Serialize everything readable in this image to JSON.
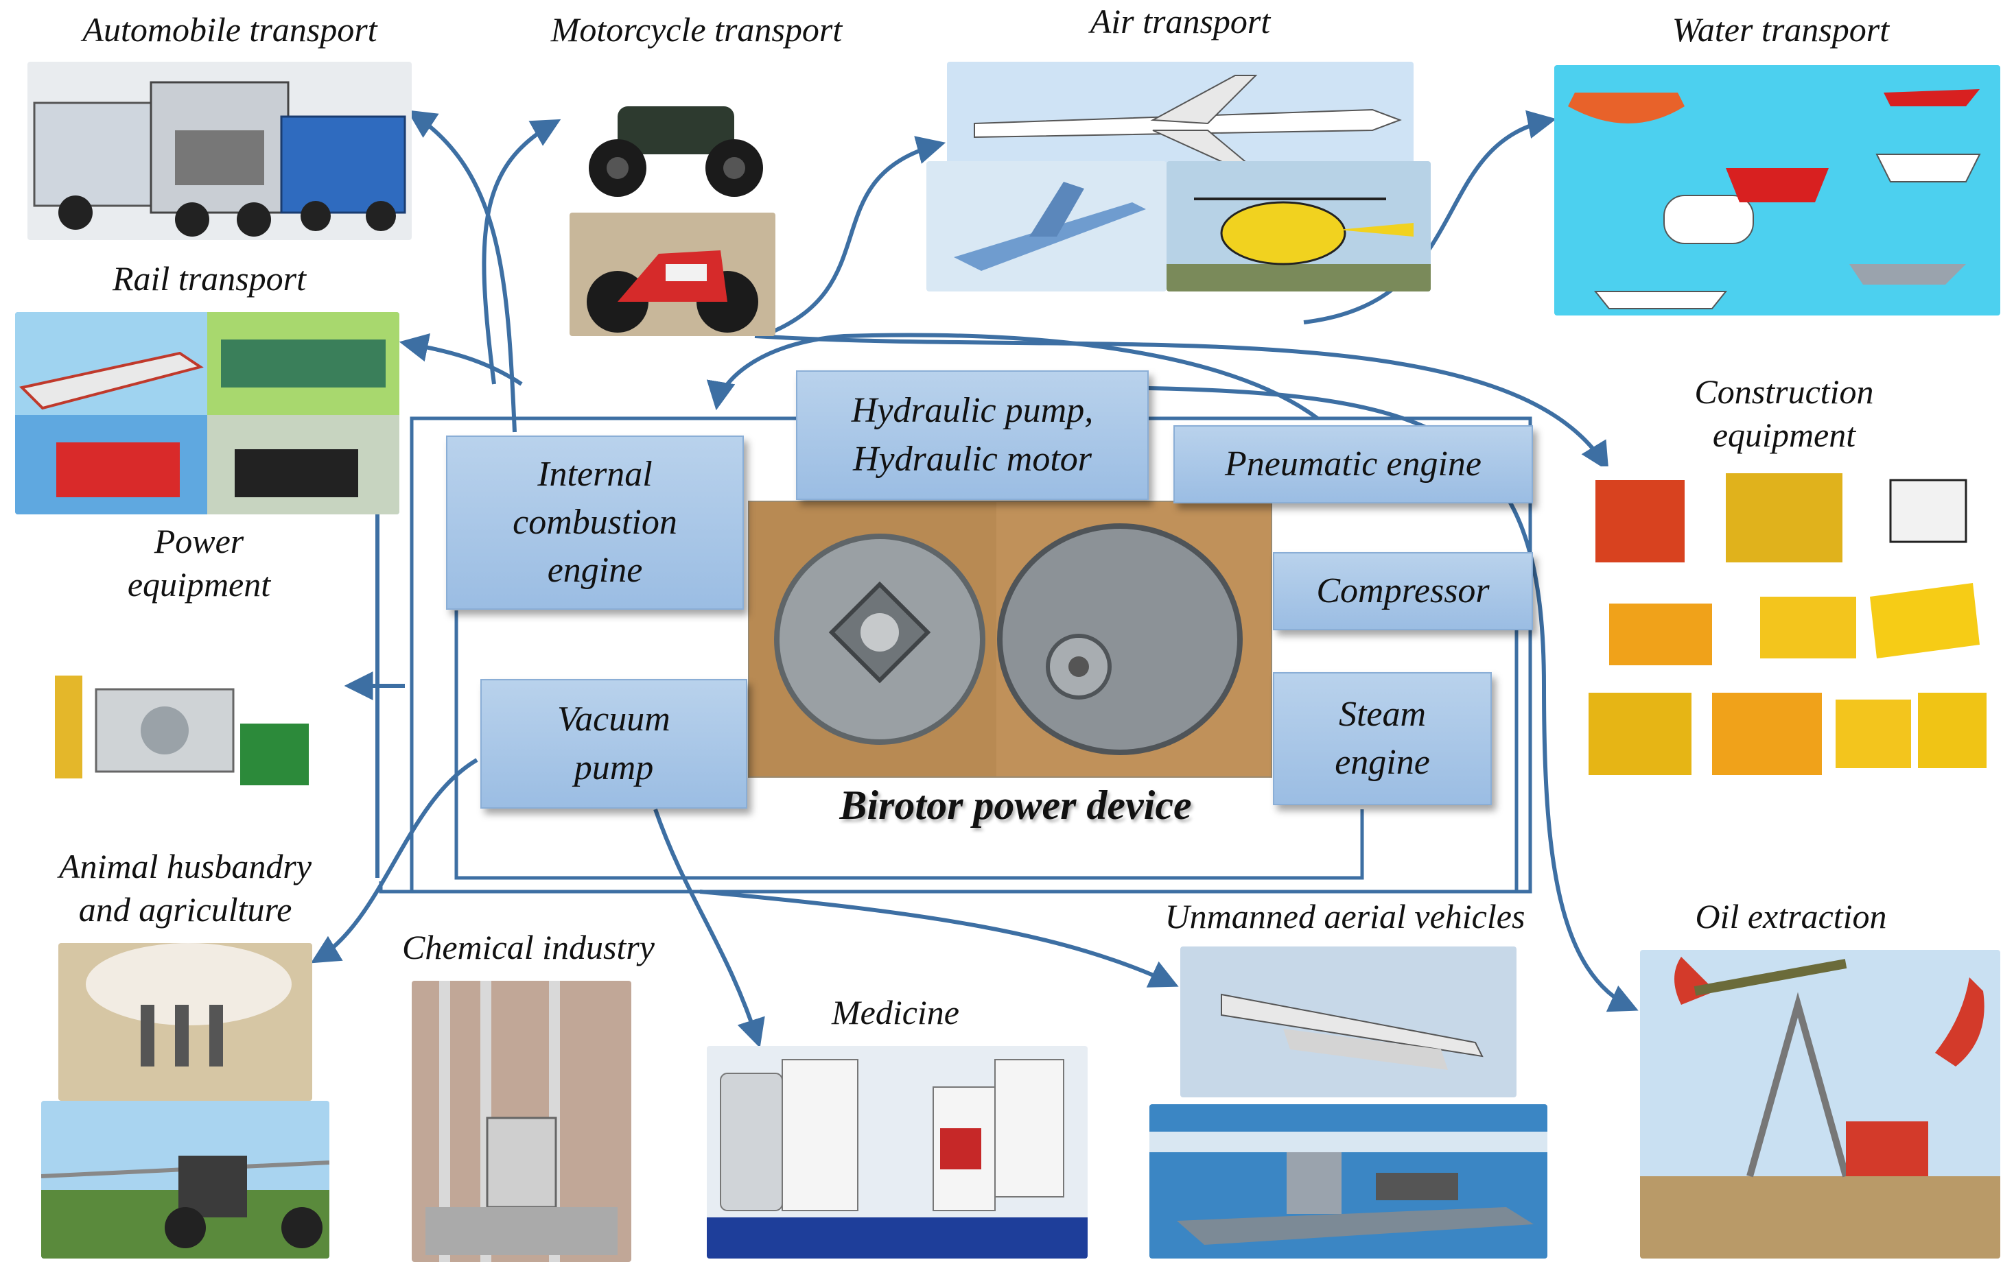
{
  "center": {
    "title": "Birotor power device",
    "engines": [
      {
        "id": "ice",
        "label": "Internal\ncombustion\nengine"
      },
      {
        "id": "hydraulic",
        "label": "Hydraulic pump,\nHydraulic motor"
      },
      {
        "id": "pneumatic",
        "label": "Pneumatic engine"
      },
      {
        "id": "compressor",
        "label": "Compressor"
      },
      {
        "id": "steam",
        "label": "Steam\nengine"
      },
      {
        "id": "vacuum",
        "label": "Vacuum\npump"
      }
    ]
  },
  "applications": [
    {
      "id": "automobile",
      "label": "Automobile transport"
    },
    {
      "id": "motorcycle",
      "label": "Motorcycle transport"
    },
    {
      "id": "air",
      "label": "Air transport"
    },
    {
      "id": "water",
      "label": "Water transport"
    },
    {
      "id": "rail",
      "label": "Rail transport"
    },
    {
      "id": "construction",
      "label": "Construction\nequipment"
    },
    {
      "id": "power",
      "label": "Power\nequipment"
    },
    {
      "id": "animal",
      "label": "Animal husbandry\nand agriculture"
    },
    {
      "id": "chemical",
      "label": "Chemical industry"
    },
    {
      "id": "medicine",
      "label": "Medicine"
    },
    {
      "id": "uav",
      "label": "Unmanned aerial vehicles"
    },
    {
      "id": "oil",
      "label": "Oil extraction"
    }
  ],
  "colors": {
    "arrow": "#3d6fa3",
    "engine_box_top": "#b9d2ec",
    "engine_box_bottom": "#9bbde3"
  }
}
